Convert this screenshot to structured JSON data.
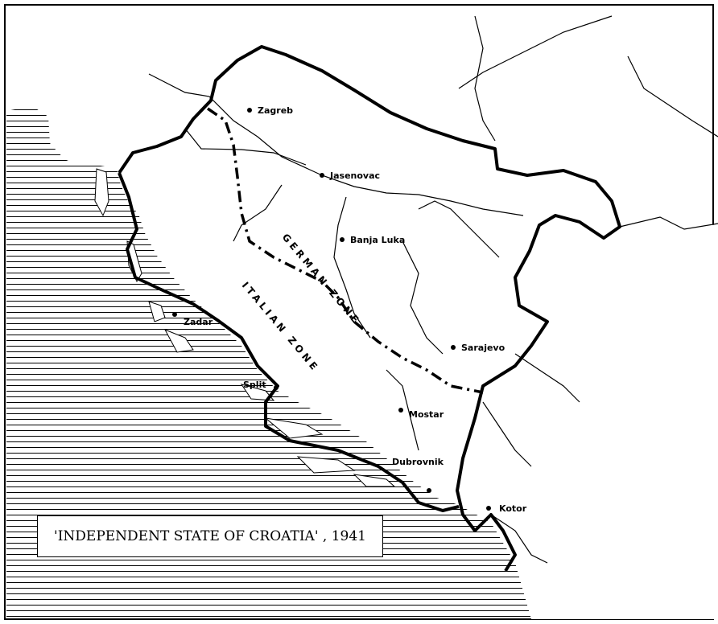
{
  "map": {
    "title": "'INDEPENDENT STATE OF CROATIA' , 1941",
    "cities": [
      {
        "id": "zagreb",
        "name": "Zagreb"
      },
      {
        "id": "jasenovac",
        "name": "Jasenovac"
      },
      {
        "id": "banja-luka",
        "name": "Banja Luka"
      },
      {
        "id": "sarajevo",
        "name": "Sarajevo"
      },
      {
        "id": "zadar",
        "name": "Zadar"
      },
      {
        "id": "split",
        "name": "Split"
      },
      {
        "id": "mostar",
        "name": "Mostar"
      },
      {
        "id": "dubrovnik",
        "name": "Dubrovnik"
      },
      {
        "id": "kotor",
        "name": "Kotor"
      }
    ],
    "zones": {
      "german": "GERMAN ZONE",
      "italian": "ITALIAN ZONE"
    }
  }
}
